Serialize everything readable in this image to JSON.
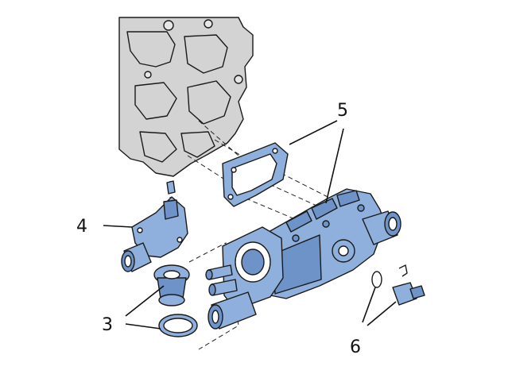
{
  "colors": {
    "block_fill": "#d3d3d3",
    "part_fill": "#8fb0dc",
    "part_shade": "#6e93c8",
    "outline": "#1a1a1a",
    "label": "#111111"
  },
  "parts": {
    "engine_block": {
      "icon": "engine-cylinder-head-icon"
    },
    "thermostat_housing": {
      "label": "5"
    },
    "water_outlet_elbow": {
      "label": "4"
    },
    "thermostat_and_seal": {
      "label": "3"
    },
    "sensor_and_seal": {
      "label": "6"
    }
  }
}
